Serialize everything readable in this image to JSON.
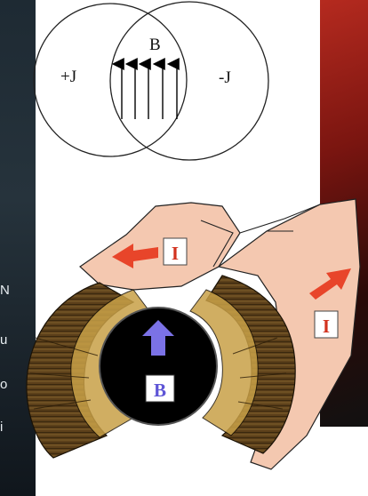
{
  "venn": {
    "left_label": "+J",
    "right_label": "-J",
    "center_label": "B"
  },
  "magnet": {
    "current_label_top": "I",
    "current_label_right": "I",
    "field_label": "B"
  },
  "background_fragments": [
    "N",
    "u",
    "o",
    "i"
  ],
  "colors": {
    "arrow": "#e8452a",
    "field_arrow": "#7b72e6",
    "current_label": "#d2321f",
    "field_label": "#5e55d6",
    "coil_band": "#f3c6ad",
    "winding_dark": "#4a3416",
    "winding_gold": "#c79a36",
    "bore": "#000000"
  }
}
